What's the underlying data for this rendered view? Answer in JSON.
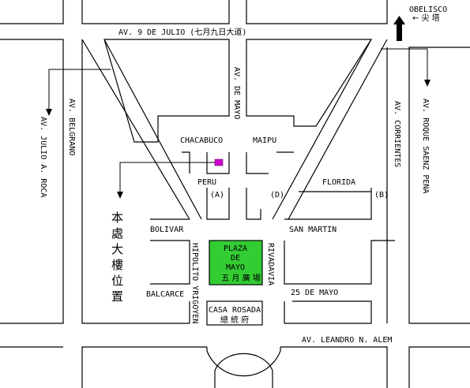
{
  "streets": {
    "av_9_de_julio": "AV. 9 DE JULIO (七月九日大道)",
    "av_de_mayo": "AV. DE MAYO",
    "av_corrientes": "AV. CORRIENTES",
    "av_roque_saenz_pena": "AV. ROQUE SAENZ PENA",
    "av_belgrano": "AV. BELGRANO",
    "av_julio_a_roca": "AV. JULIO A. ROCA",
    "chacabuco": "CHACABUCO",
    "maipu": "MAIPU",
    "peru": "PERU",
    "florida": "FLORIDA",
    "bolivar": "BOLIVAR",
    "san_martin": "SAN MARTIN",
    "hipolito_yrigoyen": "HIPOLITO YRIGOYEN",
    "rivadavia": "RIVADAVIA",
    "balcarce": "BALCARCE",
    "25_de_mayo": "25 DE MAYO",
    "av_leandro_n_alem": "AV. LEANDRO N. ALEM"
  },
  "landmarks": {
    "obelisco": "OBELISCO",
    "obelisco_cn": "← 尖 塔",
    "plaza_line1": "PLAZA",
    "plaza_line2": "DE",
    "plaza_line3": "MAYO",
    "plaza_cn": "五 月 廣 場",
    "casa_rosada": "CASA ROSADA",
    "casa_rosada_cn": "總 統 府",
    "office_location": "本處大樓位置"
  },
  "markers": {
    "a": "(A)",
    "b": "(B)",
    "d": "(D)"
  },
  "colors": {
    "plaza_fill": "#33cc33",
    "office_marker": "#cc00cc",
    "line": "#000000",
    "background": "#ffffff"
  }
}
